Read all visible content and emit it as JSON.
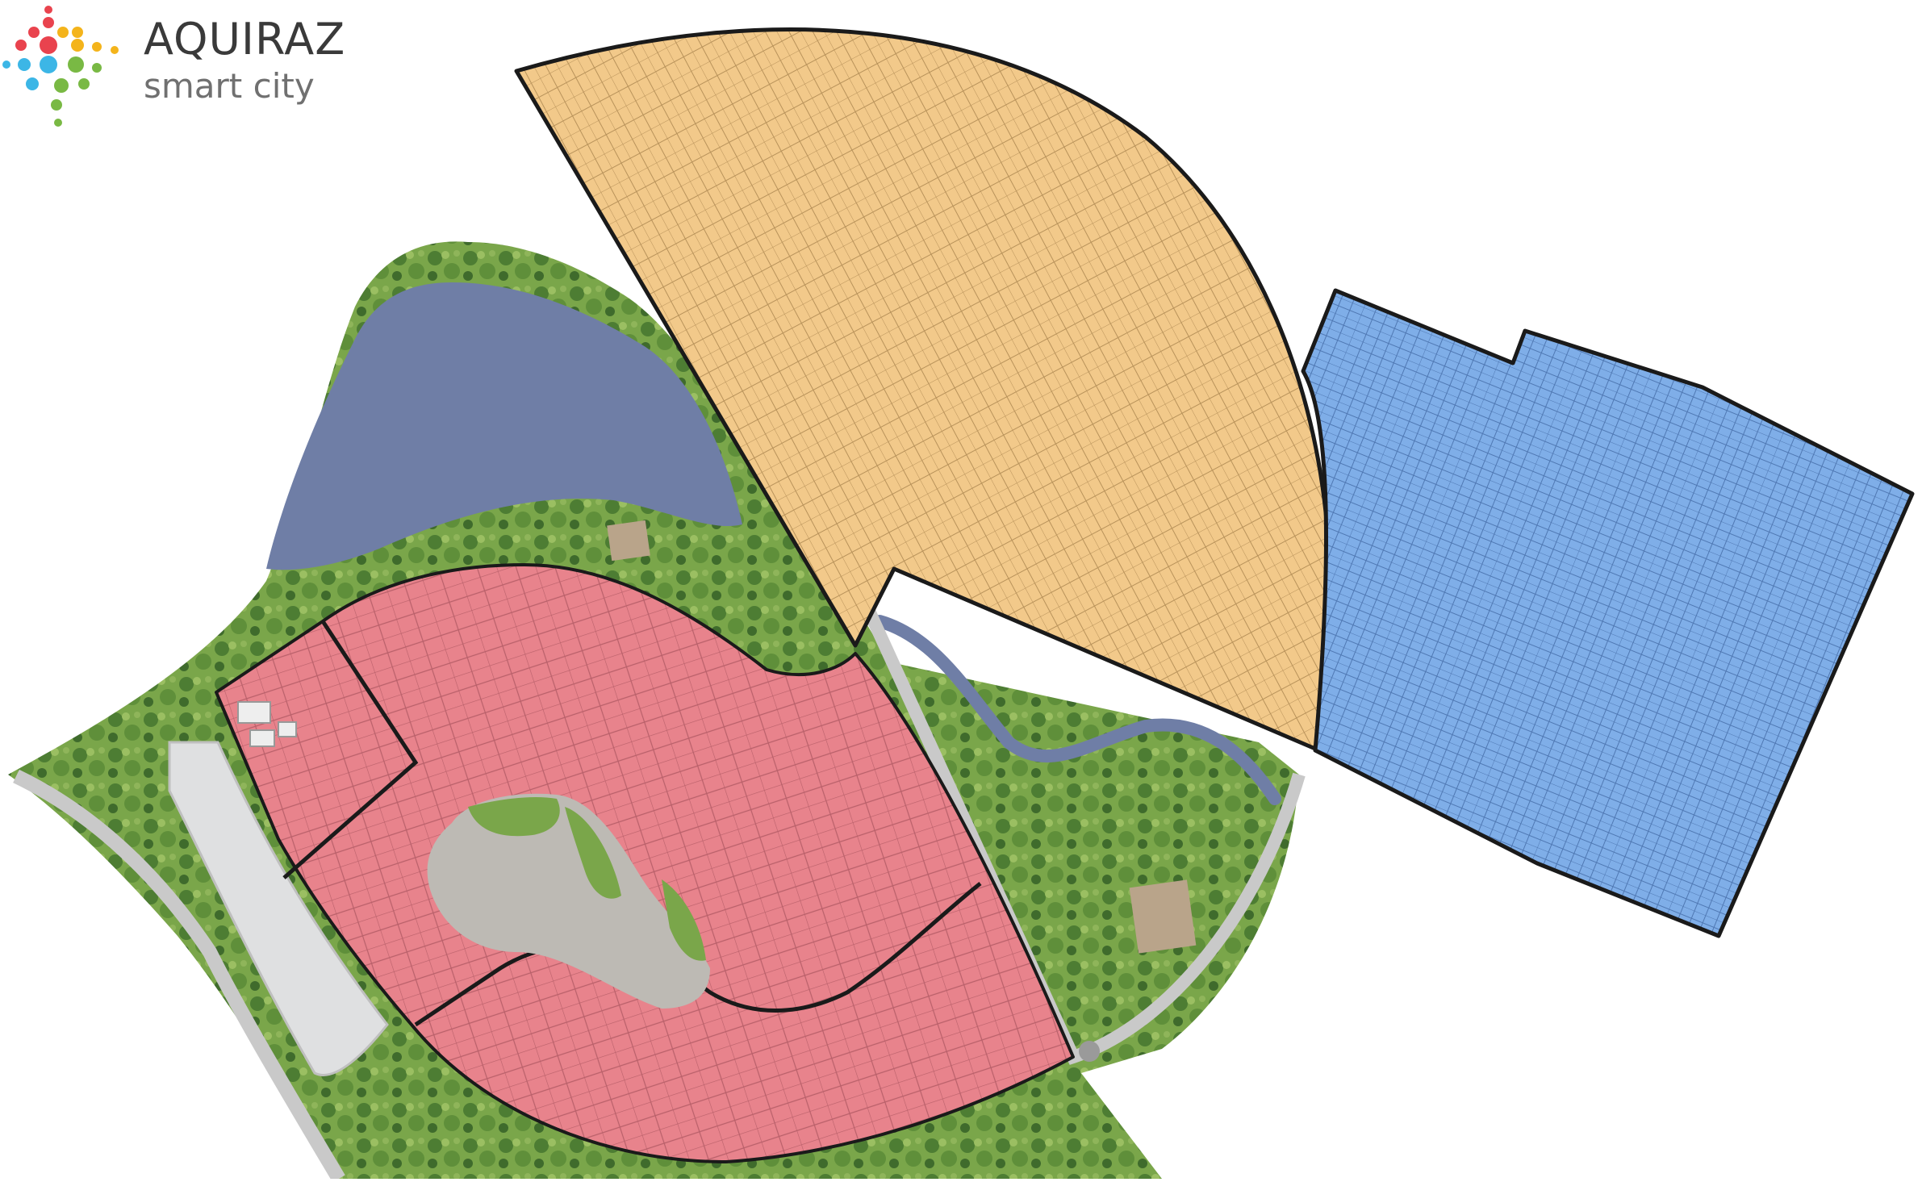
{
  "brand": {
    "name": "AQUIRAZ",
    "tagline": "smart city"
  },
  "colors": {
    "zone_pink": "#e8838c",
    "zone_sand": "#f2c98a",
    "zone_blue": "#7faee8",
    "vegetation": "#6e9a44",
    "vegetation_dark": "#3f6b2c",
    "lake": "#6f7ea6",
    "road": "#c9c9c9",
    "boundary": "#1a1a1a",
    "logo_dots": [
      "#e9434e",
      "#f4b41b",
      "#3cb6e6",
      "#79b944"
    ]
  },
  "icons": {
    "logo": "aquiraz-dot-mark"
  }
}
